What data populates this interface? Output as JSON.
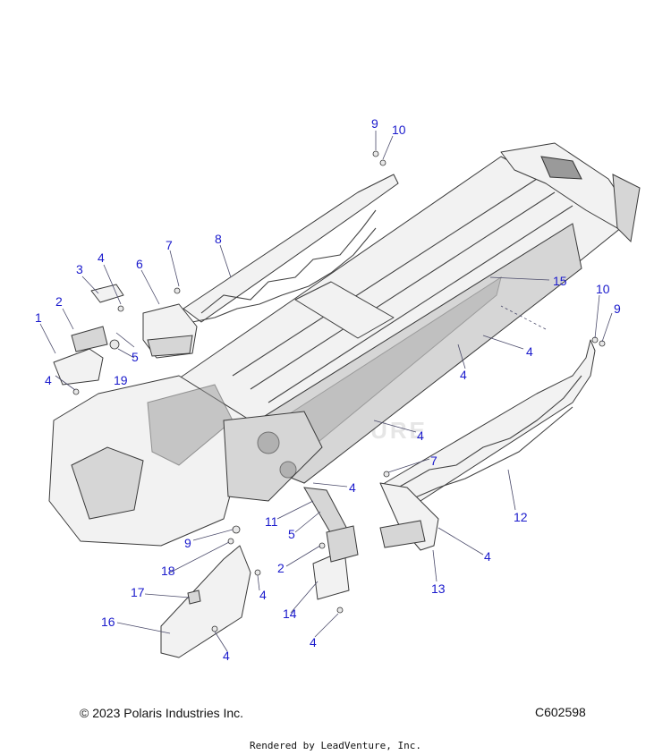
{
  "diagram": {
    "callouts": [
      "1",
      "2",
      "3",
      "4",
      "5",
      "6",
      "7",
      "8",
      "9",
      "10",
      "11",
      "12",
      "13",
      "14",
      "15",
      "16",
      "17",
      "18",
      "19"
    ],
    "watermark_text": "LEADVENTURE"
  },
  "footer": {
    "copyright": "© 2023 Polaris Industries Inc.",
    "code": "C602598",
    "rendered_by": "Rendered by LeadVenture, Inc."
  },
  "colors": {
    "callout": "#1a1acc",
    "part_fill": "#f2f2f2",
    "part_shade": "#d6d6d6"
  }
}
